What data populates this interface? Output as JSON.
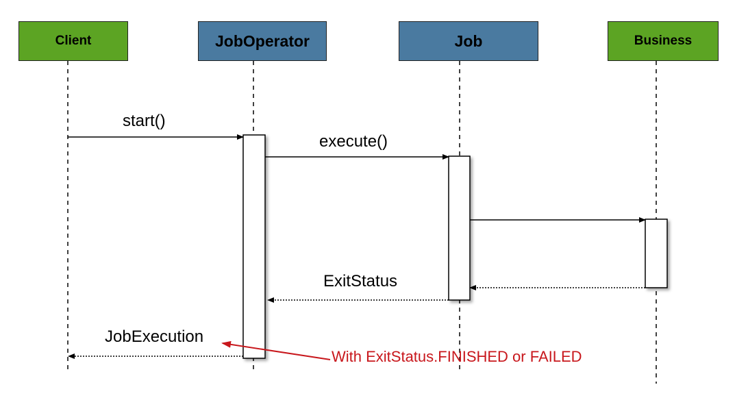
{
  "participants": {
    "client": {
      "label": "Client",
      "color": "#5ca423"
    },
    "job_operator": {
      "label": "JobOperator",
      "color": "#4a7aa0"
    },
    "job": {
      "label": "Job",
      "color": "#4a7aa0"
    },
    "business": {
      "label": "Business",
      "color": "#5ca423"
    }
  },
  "messages": {
    "start": "start()",
    "execute": "execute()",
    "exit_status": "ExitStatus",
    "job_execution": "JobExecution"
  },
  "annotation": {
    "text": "With ExitStatus.FINISHED or FAILED",
    "color": "#c8171c"
  }
}
